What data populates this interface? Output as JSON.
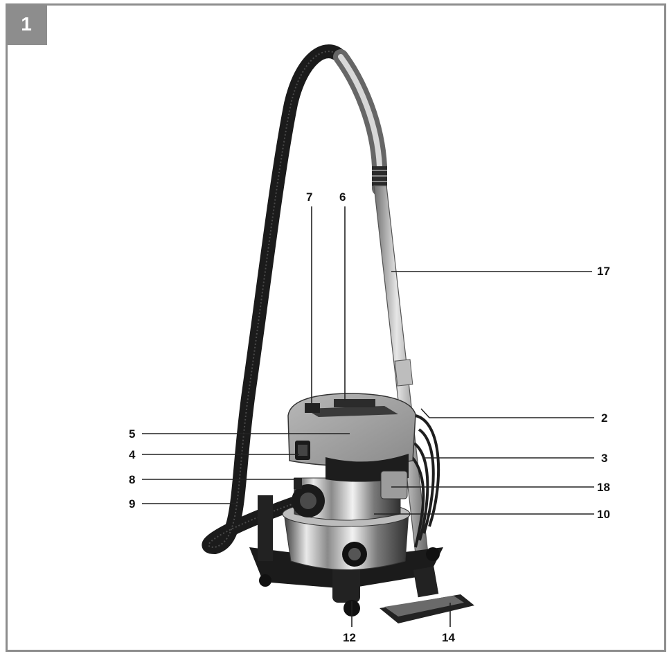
{
  "figure": {
    "number": "1"
  },
  "callouts": {
    "c2": "2",
    "c3": "3",
    "c4": "4",
    "c5": "5",
    "c6": "6",
    "c7": "7",
    "c8": "8",
    "c9": "9",
    "c10": "10",
    "c12": "12",
    "c14": "14",
    "c17": "17",
    "c18": "18"
  }
}
